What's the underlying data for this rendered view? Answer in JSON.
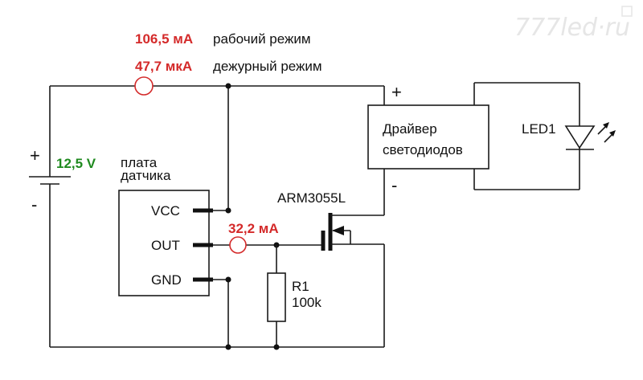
{
  "watermark": "777led·ru",
  "supply": {
    "voltage": "12,5 V",
    "plus": "+",
    "minus": "-"
  },
  "currents": {
    "working_value": "106,5 мА",
    "working_label": "рабочий режим",
    "standby_value": "47,7 мкА",
    "standby_label": "дежурный режим",
    "sensor_out": "32,2 мА"
  },
  "sensor_board": {
    "title_line1": "плата",
    "title_line2": "датчика",
    "pins": [
      "VCC",
      "OUT",
      "GND"
    ]
  },
  "transistor": {
    "name": "ARM3055L"
  },
  "resistor": {
    "name": "R1",
    "value": "100k"
  },
  "driver": {
    "line1": "Драйвер",
    "line2": "светодиодов",
    "plus": "+",
    "minus": "-"
  },
  "led": {
    "name": "LED1"
  },
  "colors": {
    "current_labels": "#d42a2a",
    "voltage_label": "#1f8a1f"
  }
}
